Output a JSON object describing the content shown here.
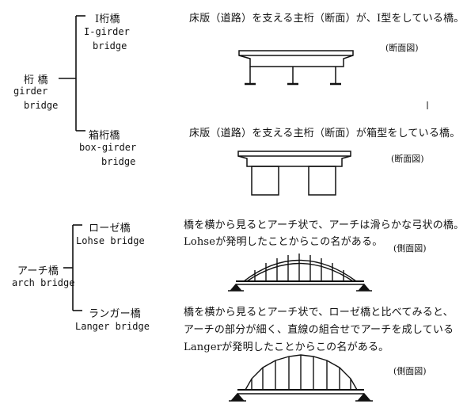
{
  "categories": {
    "girder": {
      "label_jp": "桁 橋",
      "label_en_1": "girder",
      "label_en_2": "bridge",
      "types": [
        {
          "name_jp": "I桁橋",
          "name_en_1": "I-girder",
          "name_en_2": "bridge",
          "desc_lines": [
            "床版（道路）を支える主桁（断面）が、I型をしている橋。"
          ],
          "caption": "(断面図)"
        },
        {
          "name_jp": "箱桁橋",
          "name_en_1": "box-girder",
          "name_en_2": "bridge",
          "desc_lines": [
            "床版（道路）を支える主桁（断面）が箱型をしている橋。"
          ],
          "caption": "(断面図)"
        }
      ]
    },
    "arch": {
      "label_jp": "アーチ橋",
      "label_en": "arch bridge",
      "types": [
        {
          "name_jp": "ローゼ橋",
          "name_en": "Lohse bridge",
          "desc_lines": [
            "橋を横から見るとアーチ状で、アーチは滑らかな弓状の橋。",
            "Lohseが発明したことからこの名がある。"
          ],
          "caption": "(側面図)"
        },
        {
          "name_jp": "ランガー橋",
          "name_en": "Langer bridge",
          "desc_lines": [
            "橋を横から見るとアーチ状で、ローゼ橋と比べてみると、",
            "アーチの部分が細く、直線の組合せでアーチを成している",
            "Langerが発明したことからこの名がある。"
          ],
          "caption": "(側面図)"
        }
      ]
    }
  }
}
